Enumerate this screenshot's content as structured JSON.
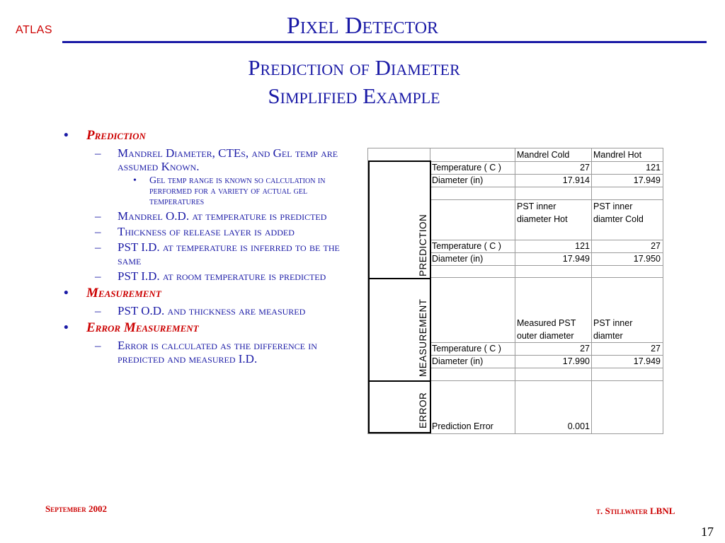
{
  "header": {
    "logo": "ATLAS",
    "title": "Pixel Detector",
    "subtitle_line1": "Prediction of Diameter",
    "subtitle_line2": "Simplified Example"
  },
  "outline": {
    "prediction": {
      "heading": "Prediction",
      "items": [
        "Mandrel Diameter, CTEs, and Gel temp are assumed Known.",
        "Mandrel O.D. at temperature is predicted",
        "Thickness of release layer is added",
        "PST I.D. at temperature is inferred to be the same",
        "PST I.D. at room temperature is predicted"
      ],
      "subitem": "Gel temp range is known so calculation in performed for a variety of actual gel temperatures"
    },
    "measurement": {
      "heading": "Measurement",
      "items": [
        "PST O.D. and thickness are measured"
      ]
    },
    "error": {
      "heading": "Error Measurement",
      "items": [
        "Error is calculated as the difference in predicted and measured I.D."
      ]
    }
  },
  "table": {
    "header": {
      "col1": "Mandrel Cold",
      "col2": "Mandrel Hot"
    },
    "sections": {
      "prediction": "PREDICTION",
      "measurement": "MEASUREMENT",
      "error": "ERROR"
    },
    "row_temp1": {
      "label": "Temperature ( C )",
      "v1": "27",
      "v2": "121"
    },
    "row_diam1": {
      "label": "Diameter (in)",
      "v1": "17.914",
      "v2": "17.949"
    },
    "pst_header": {
      "c1a": "PST inner",
      "c1b": "diameter Hot",
      "c2a": "PST inner",
      "c2b": "diamter Cold"
    },
    "row_temp2": {
      "label": "Temperature ( C )",
      "v1": "121",
      "v2": "27"
    },
    "row_diam2": {
      "label": "Diameter (in)",
      "v1": "17.949",
      "v2": "17.950"
    },
    "meas_header": {
      "c1a": "Measured PST",
      "c1b": "outer diameter",
      "c2a": "PST inner",
      "c2b": "diamter"
    },
    "row_temp3": {
      "label": "Temperature ( C )",
      "v1": "27",
      "v2": "27"
    },
    "row_diam3": {
      "label": "Diameter (in)",
      "v1": "17.990",
      "v2": "17.949"
    },
    "row_error": {
      "label": "Prediction Error",
      "v1": "0.001"
    }
  },
  "footer": {
    "date": "September 2002",
    "author": "t. Stillwater LBNL",
    "page": "17"
  }
}
